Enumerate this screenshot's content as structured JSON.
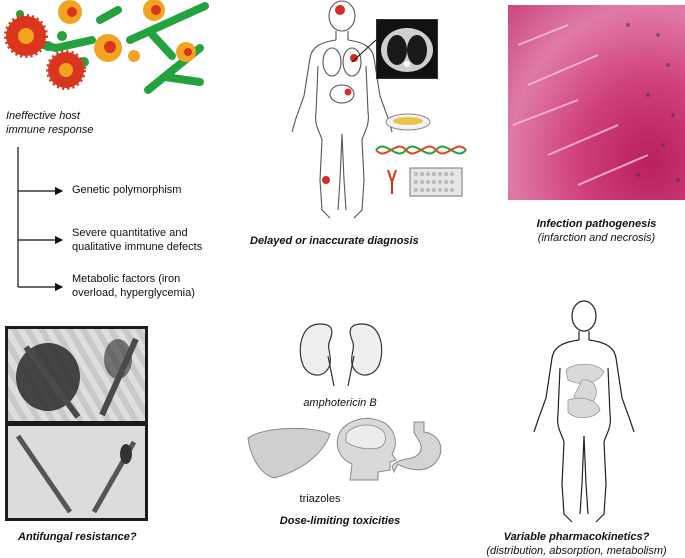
{
  "immune": {
    "title_line1": "Ineffective host",
    "title_line2": "immune response",
    "factors": [
      {
        "line1": "Genetic polymorphism",
        "line2": ""
      },
      {
        "line1": "Severe quantitative and",
        "line2": "qualitative immune defects"
      },
      {
        "line1": "Metabolic factors (iron",
        "line2": "overload, hyperglycemia)"
      }
    ]
  },
  "diagnosis": {
    "title": "Delayed or inaccurate diagnosis"
  },
  "pathogenesis": {
    "title": "Infection pathogenesis",
    "subtitle": "(infarction and necrosis)"
  },
  "resistance": {
    "title": "Antifungal resistance?"
  },
  "toxicity": {
    "drug1": "amphotericin B",
    "drug2": "triazoles",
    "title": "Dose-limiting toxicities"
  },
  "pk": {
    "title": "Variable pharmacokinetics?",
    "subtitle": "(distribution, absorption, metabolism)"
  },
  "colors": {
    "fungal_red": "#d9361d",
    "fungal_orange": "#f1a321",
    "hyphae_green": "#23a23d",
    "histology_pink": "#d2447e",
    "organ_red": "#d42a2a"
  }
}
